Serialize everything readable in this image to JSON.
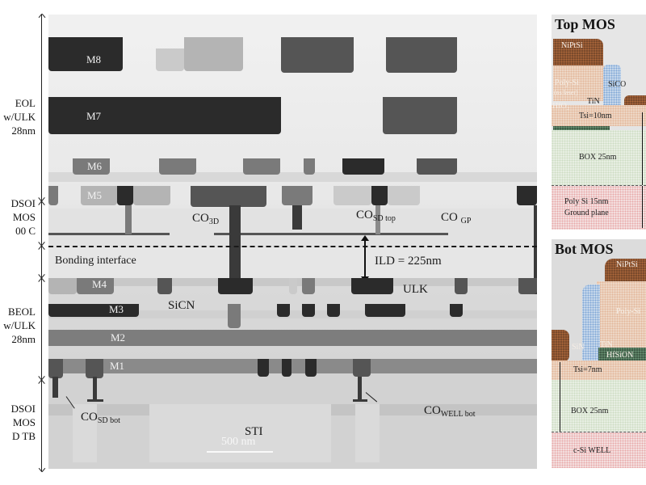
{
  "figure": {
    "type": "TEM cross-section of 3D sequential integration (CoolCube-style)",
    "left_labels": [
      {
        "id": "top-beol",
        "lines": [
          "EOL",
          "w/ULK",
          "28nm"
        ]
      },
      {
        "id": "top-fdsoi",
        "lines": [
          "DSOI",
          "MOS",
          "00 C"
        ]
      },
      {
        "id": "bot-beol",
        "lines": [
          "BEOL",
          "w/ULK",
          "28nm"
        ]
      },
      {
        "id": "bot-fdsoi",
        "lines": [
          "DSOI",
          "MOS",
          "D TB"
        ]
      }
    ]
  },
  "tem": {
    "metal_labels": [
      "M8",
      "M7",
      "M6",
      "M5",
      "M4",
      "M3",
      "M2",
      "M1"
    ],
    "annotations": {
      "co3d": {
        "main": "CO",
        "sub": "3D"
      },
      "cosd_top": {
        "main": "CO",
        "sub": "SD top"
      },
      "cogp": {
        "main": "CO ",
        "sub": "GP"
      },
      "bonding": "Bonding interface",
      "ild": "ILD = 225nm",
      "ulk": "ULK",
      "sicn": "SiCN",
      "cosd_bot": {
        "main": "CO",
        "sub": "SD bot"
      },
      "sti": "STI",
      "cowell_bot": {
        "main": "CO",
        "sub": "WELL bot"
      },
      "scale_bar": "500 nm"
    }
  },
  "top_mos": {
    "title": "Top MOS",
    "labels": {
      "nipsi": "NiPtSi",
      "polysi": "Poly-Si",
      "ns_laser": "(ns laser)",
      "sico": "SiCO",
      "tin": "TiN",
      "hko": "HfO₂",
      "tsi": "Tsi=10nm",
      "box": "BOX 25nm",
      "gp1": "Poly Si 15nm",
      "gp2": "Ground plane"
    }
  },
  "bot_mos": {
    "title": "Bot MOS",
    "labels": {
      "nipsi": "NiPtSi",
      "polysi": "Poly-Si",
      "sin": "SiN",
      "tin": "TiN",
      "hfsion": "HfSiON",
      "tsi": "Tsi=7nm",
      "box": "BOX 25nm",
      "well": "c-Si WELL"
    }
  },
  "colors": {
    "metal_dark": "#2b2b2b",
    "tem_bg": "#e8e8e8",
    "gate_brown": "#7a4a2c",
    "spacer_blue": "#7fa7d6",
    "box_green": "#e7eee2",
    "well_pink": "#f3dede"
  }
}
